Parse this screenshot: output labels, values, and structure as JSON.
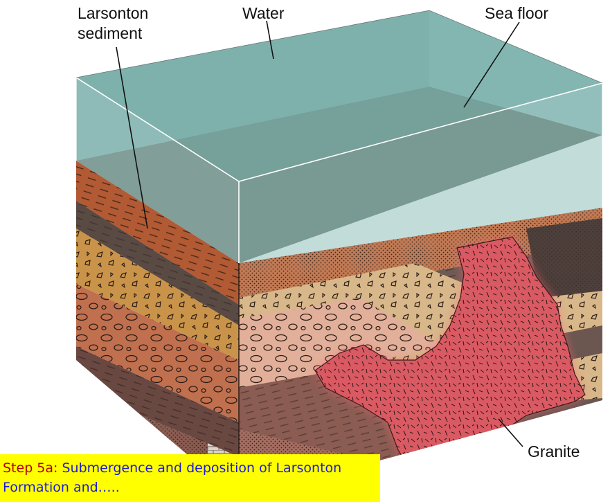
{
  "labels": {
    "larsonton_line1": "Larsonton",
    "larsonton_line2": "sediment",
    "water": "Water",
    "sea_floor": "Sea floor",
    "granite": "Granite"
  },
  "caption": {
    "step": "Step 5a:",
    "text": " Submergence and deposition of Larsonton Formation and….."
  }
}
